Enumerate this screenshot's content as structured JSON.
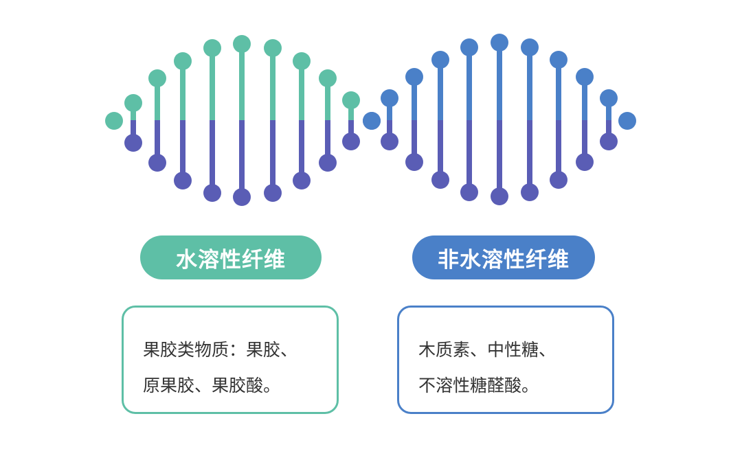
{
  "colors": {
    "teal": "#5ebfa6",
    "blue": "#4a80c8",
    "indigo": "#5a5db5",
    "text": "#333333"
  },
  "categories": [
    {
      "id": "soluble",
      "label": "水溶性纤维",
      "color": "#5ebfa6",
      "lines": [
        "果胶类物质：果胶、",
        "原果胶、果胶酸。"
      ]
    },
    {
      "id": "insoluble",
      "label": "非水溶性纤维",
      "color": "#4a80c8",
      "lines": [
        "木质素、中性糖、",
        "不溶性糖醛酸。"
      ]
    }
  ]
}
